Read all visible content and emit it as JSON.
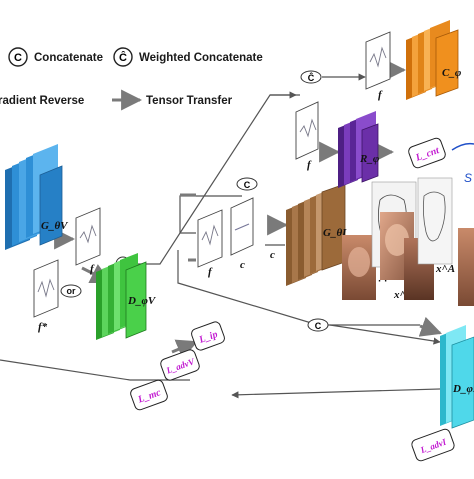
{
  "legend": {
    "concatenate": {
      "symbol": "C",
      "label": "Concatenate"
    },
    "weighted_concatenate": {
      "symbol": "Ĉ",
      "label": "Weighted Concatenate"
    },
    "gradient_reverse": {
      "label": "radient Reverse"
    },
    "tensor_transfer": {
      "label": "Tensor Transfer"
    }
  },
  "blocks": {
    "encoder": {
      "label": "G_θV",
      "color": "#2e8fd6"
    },
    "discriminator_v": {
      "label": "D_φV",
      "color": "#3fc43f"
    },
    "generator": {
      "label": "G_θI",
      "color": "#9c6a3a"
    },
    "regressor": {
      "label": "R_φ",
      "color": "#6b2fa8"
    },
    "classifier": {
      "label": "C_φ",
      "color": "#f0901e"
    },
    "discriminator_i": {
      "label": "D_φI",
      "color": "#4fd8ea"
    }
  },
  "features": {
    "f": "f",
    "f_star": "f*",
    "c": "c",
    "or": "or",
    "x_a": "x^A",
    "x_f": "x^F",
    "dots": "· · ·"
  },
  "losses": {
    "mc": "L_mc",
    "adv_v": "L_advV",
    "ip": "L_ip",
    "cnt": "L_cnt",
    "adv_i": "L_advI"
  },
  "colors": {
    "loss_text": "#c21bd1",
    "arrow": "#7a7a7a",
    "line": "#555555"
  }
}
